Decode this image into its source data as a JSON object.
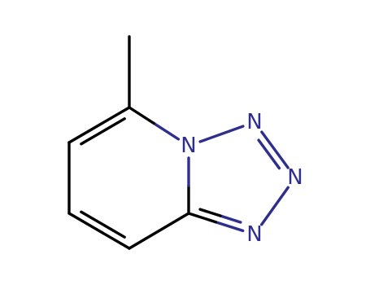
{
  "molecule": {
    "colors": {
      "carbon_bond": "#000000",
      "nitrogen": "#2e2e8f",
      "background": "#ffffff"
    },
    "atoms": [
      {
        "id": "n_bridge",
        "label": "N",
        "element": "nitrogen"
      },
      {
        "id": "n2",
        "label": "N",
        "element": "nitrogen"
      },
      {
        "id": "n3",
        "label": "N",
        "element": "nitrogen"
      },
      {
        "id": "n4",
        "label": "N",
        "element": "nitrogen"
      }
    ],
    "bonds": [
      {
        "id": "methyl-bond",
        "from": "c_methyl",
        "to": "c5",
        "order": 1
      },
      {
        "id": "c5-c6",
        "from": "c5",
        "to": "c6",
        "order": 2
      },
      {
        "id": "c6-c7",
        "from": "c6",
        "to": "c7",
        "order": 1
      },
      {
        "id": "c7-c8",
        "from": "c7",
        "to": "c8",
        "order": 2
      },
      {
        "id": "c8-c8a",
        "from": "c8",
        "to": "c8a",
        "order": 1
      },
      {
        "id": "c8a-n_bridge",
        "from": "c8a",
        "to": "n_bridge",
        "order": 1
      },
      {
        "id": "n_bridge-c5",
        "from": "n_bridge",
        "to": "c5",
        "order": 1
      },
      {
        "id": "n_bridge-n2",
        "from": "n_bridge",
        "to": "n2",
        "order": 1
      },
      {
        "id": "n2-n3",
        "from": "n2",
        "to": "n3",
        "order": 2
      },
      {
        "id": "n3-n4",
        "from": "n3",
        "to": "n4",
        "order": 1
      },
      {
        "id": "n4-c8a",
        "from": "n4",
        "to": "c8a",
        "order": 2
      }
    ]
  }
}
